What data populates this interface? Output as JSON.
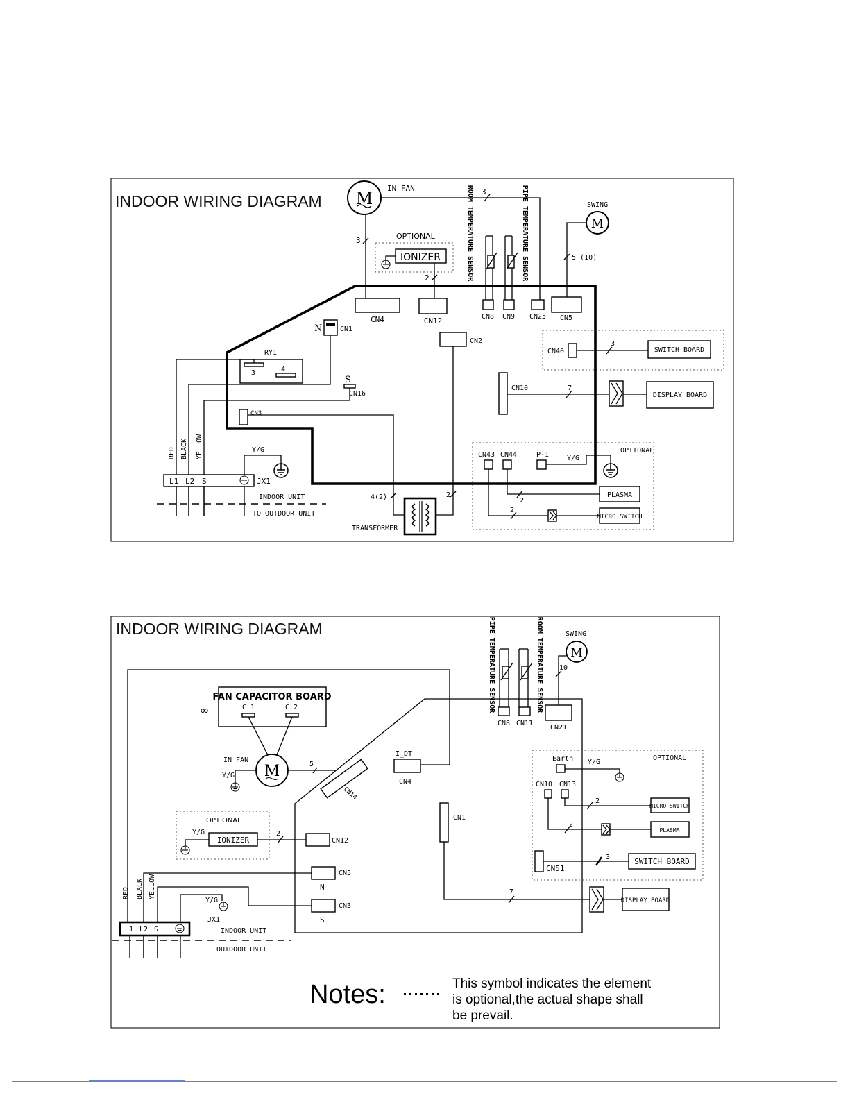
{
  "diagram1": {
    "title": "INDOOR WIRING DIAGRAM",
    "in_fan": "IN FAN",
    "optional_ionizer": "OPTIONAL",
    "ionizer": "IONIZER",
    "room_sensor": "ROOM TEMPERATURE SENSOR",
    "pipe_sensor": "PIPE TEMPERATURE SENSOR",
    "swing": "SWING",
    "motor": "M",
    "count_fan_top": "3",
    "count_fan_left": "3",
    "count_ionizer": "2",
    "count_swing": "5 (10)",
    "count_switch": "3",
    "count_display": "7",
    "count_transformer_left": "4(2)",
    "count_transformer_right": "2",
    "count_plasma": "2",
    "count_micro": "2",
    "cn4": "CN4",
    "cn12": "CN12",
    "cn8": "CN8",
    "cn9": "CN9",
    "cn25": "CN25",
    "cn5": "CN5",
    "cn2": "CN2",
    "cn1": "CN1",
    "n": "N",
    "ry1": "RY1",
    "ry1_pin3": "3",
    "ry1_pin4": "4",
    "s": "S",
    "cn16": "CN16",
    "cn3": "CN3",
    "cn40": "CN40",
    "switch_board": "SWITCH BOARD",
    "cn10": "CN10",
    "display_board": "DISPLAY BOARD",
    "red": "RED",
    "black": "BLACK",
    "yellow": "YELLOW",
    "yg": "Y/G",
    "l1": "L1",
    "l2": "L2",
    "s_term": "S",
    "jx1": "JX1",
    "indoor_unit": "INDOOR UNIT",
    "to_outdoor_unit": "TO OUTDOOR UNIT",
    "transformer": "TRANSFORMER",
    "optional_right": "OPTIONAL",
    "cn43": "CN43",
    "cn44": "CN44",
    "p1": "P-1",
    "yg_right": "Y/G",
    "plasma": "PLASMA",
    "micro_switch": "MICRO SWITCH"
  },
  "diagram2": {
    "title": "INDOOR WIRING DIAGRAM",
    "pipe_sensor": "PIPE TEMPERATURE SENSOR",
    "room_sensor": "ROOM TEMPERATURE SENSOR",
    "swing": "SWING",
    "motor": "M",
    "count_swing": "10",
    "cn8": "CN8",
    "cn11": "CN11",
    "cn21": "CN21",
    "fan_cap_board": "FAN CAPACITOR BOARD",
    "c1": "C_1",
    "c2": "C_2",
    "cap_symbol": "∞",
    "in_fan": "IN FAN",
    "yg_fan": "Y/G",
    "count_fan": "5",
    "cn14": "CN14",
    "i_dt": "I_DT",
    "cn4": "CN4",
    "cn1": "CN1",
    "optional_ionizer": "OPTIONAL",
    "yg_ionizer": "Y/G",
    "ionizer": "IONIZER",
    "count_ionizer": "2",
    "cn12": "CN12",
    "cn5": "CN5",
    "n": "N",
    "cn3": "CN3",
    "s": "S",
    "red": "RED",
    "black": "BLACK",
    "yellow": "YELLOW",
    "yg_term": "Y/G",
    "jx1": "JX1",
    "l1": "L1",
    "l2": "L2",
    "s_term": "S",
    "indoor_unit": "INDOOR UNIT",
    "outdoor_unit": "OUTDOOR UNIT",
    "optional_right": "OPTIONAL",
    "earth": "Earth",
    "yg_right": "Y/G",
    "cn10": "CN10",
    "cn13": "CN13",
    "count_micro": "2",
    "micro_switch": "MICRO SWITCH",
    "count_plasma": "2",
    "plasma": "PLASMA",
    "cn51": "CN51",
    "count_switch": "3",
    "switch_board": "SWITCH BOARD",
    "count_display": "7",
    "display_board": "DISPLAY BOARD"
  },
  "notes": {
    "label": "Notes:",
    "line1": "This symbol  indicates the element",
    "line2": "is optional,the actual shape shall",
    "line3": " be prevail."
  }
}
